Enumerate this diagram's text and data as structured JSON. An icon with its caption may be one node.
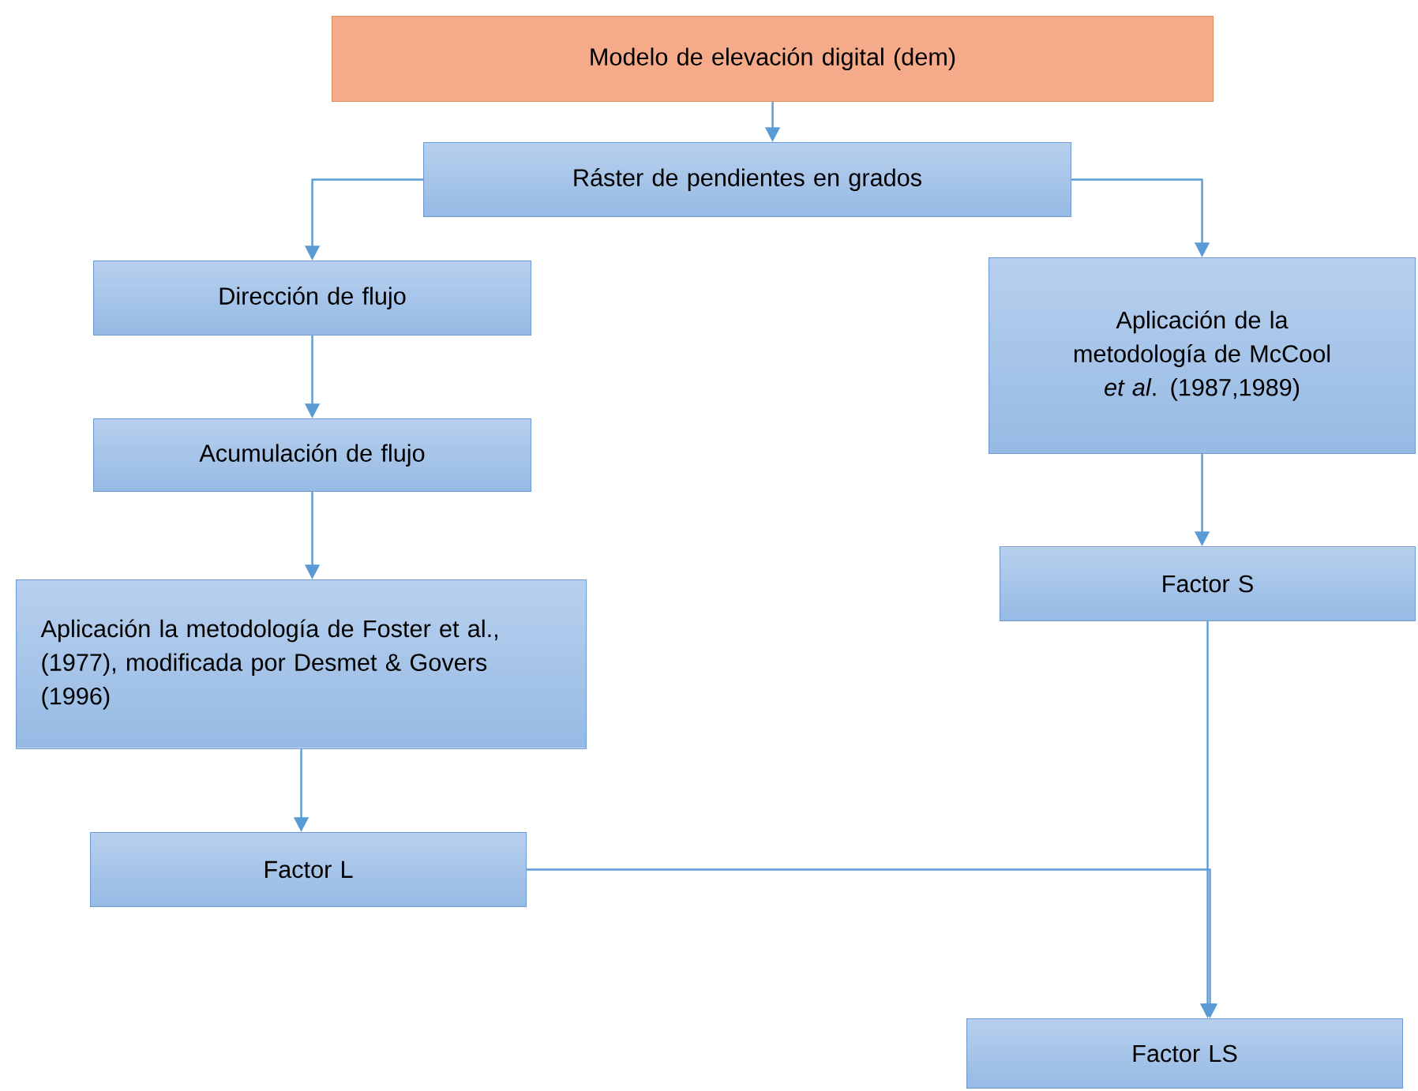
{
  "diagram": {
    "nodes": [
      {
        "text": [
          "Modelo de elevación digital (dem)"
        ]
      },
      {
        "text": [
          "Ráster de pendientes en grados"
        ]
      },
      {
        "text": [
          "Dirección de flujo"
        ]
      },
      {
        "text": [
          "Acumulación de flujo"
        ]
      },
      {
        "text": [
          "Aplicación la metodología de Foster et al., (1977), modificada por Desmet & Govers (1996)"
        ]
      },
      {
        "text": [
          "Factor L"
        ]
      },
      {
        "text": [
          "Aplicación de la metodología de McCool *et al*. (1987,1989)"
        ]
      },
      {
        "text": [
          "Factor S"
        ]
      },
      {
        "text": [
          "Factor LS"
        ]
      }
    ],
    "edges": [
      {
        "from": 0,
        "to": 1,
        "arrow": "to"
      },
      {
        "from": 1,
        "to": 2,
        "arrow": "to"
      },
      {
        "from": 1,
        "to": 6,
        "arrow": "to"
      },
      {
        "from": 2,
        "to": 3,
        "arrow": "to"
      },
      {
        "from": 3,
        "to": 4,
        "arrow": "to"
      },
      {
        "from": 4,
        "to": 5,
        "arrow": "to"
      },
      {
        "from": 6,
        "to": 7,
        "arrow": "to"
      },
      {
        "from": 7,
        "to": 8,
        "arrow": "to"
      },
      {
        "from": 5,
        "to": 8,
        "arrow": "to"
      }
    ]
  }
}
